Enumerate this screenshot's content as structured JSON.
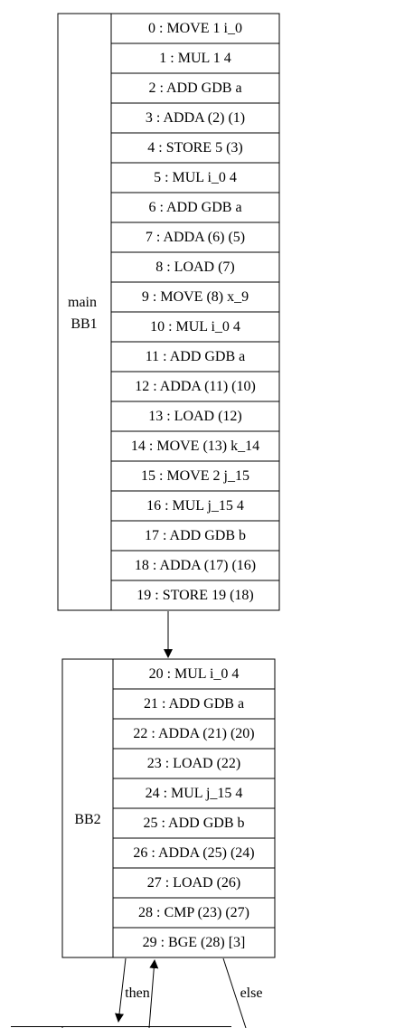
{
  "blocks": [
    {
      "id": "bb1",
      "name": "main\nBB1",
      "name_lines": [
        "main",
        "BB1"
      ],
      "instructions": [
        "0 : MOVE 1 i_0",
        "1 : MUL 1 4",
        "2 : ADD GDB a",
        "3 : ADDA (2) (1)",
        "4 : STORE 5 (3)",
        "5 : MUL i_0 4",
        "6 : ADD GDB a",
        "7 : ADDA (6) (5)",
        "8 : LOAD (7)",
        "9 : MOVE (8) x_9",
        "10 : MUL i_0 4",
        "11 : ADD GDB a",
        "12 : ADDA (11) (10)",
        "13 : LOAD (12)",
        "14 : MOVE (13) k_14",
        "15 : MOVE 2 j_15",
        "16 : MUL j_15 4",
        "17 : ADD GDB b",
        "18 : ADDA (17) (16)",
        "19 : STORE 19 (18)"
      ]
    },
    {
      "id": "bb2",
      "name": "BB2",
      "name_lines": [
        "BB2"
      ],
      "instructions": [
        "20 : MUL i_0 4",
        "21 : ADD GDB a",
        "22 : ADDA (21) (20)",
        "23 : LOAD (22)",
        "24 : MUL j_15 4",
        "25 : ADD GDB b",
        "26 : ADDA (25) (24)",
        "27 : LOAD (26)",
        "28 : CMP (23) (27)",
        "29 : BGE (28) [3]"
      ]
    }
  ],
  "edges": [
    {
      "from": "bb1",
      "to": "bb2",
      "label": ""
    },
    {
      "from": "bb2",
      "to": "bb3",
      "label": "then"
    },
    {
      "from": "bb3",
      "to": "bb2",
      "label": ""
    },
    {
      "from": "bb2",
      "to": "bb-else",
      "label": "else"
    }
  ],
  "colors": {
    "stroke": "#000000",
    "background": "#ffffff",
    "text": "#000000"
  }
}
